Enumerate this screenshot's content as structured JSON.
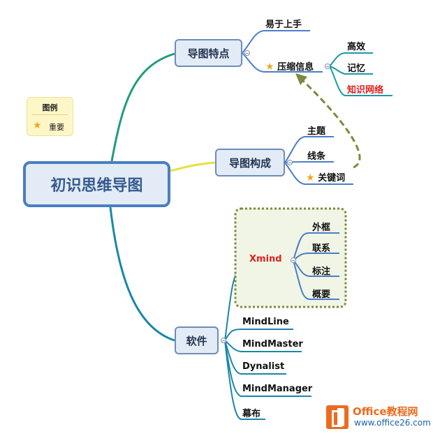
{
  "root": {
    "label": "初识思维导图"
  },
  "legend": {
    "title": "图例",
    "items": [
      {
        "icon": "star-icon",
        "label": "重要"
      }
    ]
  },
  "branches": {
    "features": {
      "label": "导图特点",
      "children": {
        "easy": "易于上手",
        "compress": {
          "label": "压缩信息",
          "important": true,
          "children": {
            "efficient": "高效",
            "memory": "记忆",
            "network": "知识网络"
          }
        }
      }
    },
    "composition": {
      "label": "导图构成",
      "children": {
        "topic": "主题",
        "lines": "线条",
        "keyword": {
          "label": "关键词",
          "important": true
        }
      }
    },
    "software": {
      "label": "软件",
      "children": {
        "xmind": {
          "label": "Xmind",
          "children": {
            "outer": "外框",
            "relation": "联系",
            "label_note": "标注",
            "summary": "概要"
          }
        },
        "mindline": "MindLine",
        "mindmaster": "MindMaster",
        "dynalist": "Dynalist",
        "mindmanager": "MindManager",
        "mubu": "幕布"
      }
    }
  },
  "watermark": {
    "title": "Office教程网",
    "subtitle": "www.office26.com"
  },
  "colors": {
    "accent_blue": "#4a7ec4",
    "features_line": "#1f9c7b",
    "composition_line": "#e6e040",
    "software_line": "#1a86a8",
    "red_text": "#e21f1f",
    "star": "#f3a71a",
    "relation_dash": "#7c8a3a"
  }
}
